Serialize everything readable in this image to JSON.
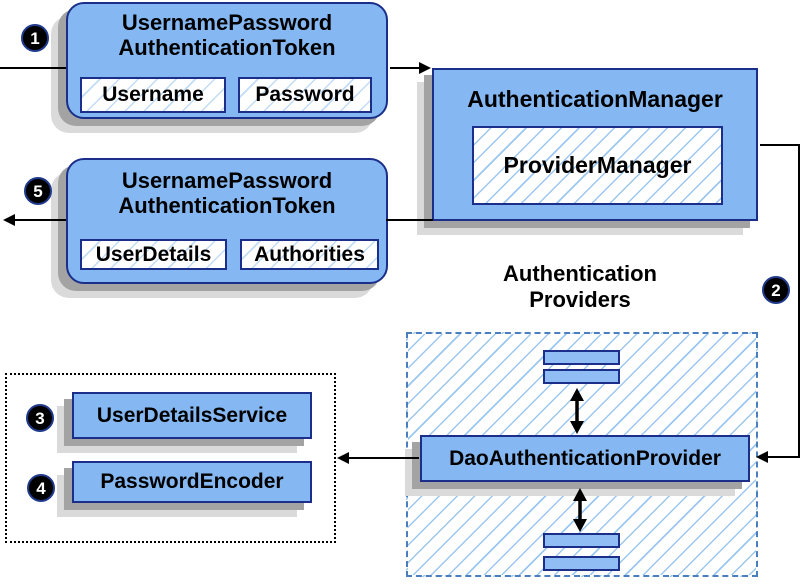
{
  "token_request": {
    "badge": "1",
    "title_line1": "UsernamePassword",
    "title_line2": "AuthenticationToken",
    "field1": "Username",
    "field2": "Password"
  },
  "manager": {
    "title": "AuthenticationManager",
    "inner_label": "ProviderManager"
  },
  "token_response": {
    "badge": "5",
    "title_line1": "UsernamePassword",
    "title_line2": "AuthenticationToken",
    "field1": "UserDetails",
    "field2": "Authorities"
  },
  "providers": {
    "badge": "2",
    "heading_line1": "Authentication",
    "heading_line2": "Providers",
    "dao_label": "DaoAuthenticationProvider"
  },
  "services": {
    "badge_user_details": "3",
    "user_details_label": "UserDetailsService",
    "badge_password_encoder": "4",
    "password_encoder_label": "PasswordEncoder"
  },
  "colors": {
    "box_fill": "#85b8f2",
    "box_border": "#1b2f8a",
    "hatch_line": "#9cc7f0",
    "dashed_border": "#4a7ebf",
    "shadow_dark": "#a3a3a3",
    "shadow_light": "#dadada",
    "arrow": "#000000"
  }
}
